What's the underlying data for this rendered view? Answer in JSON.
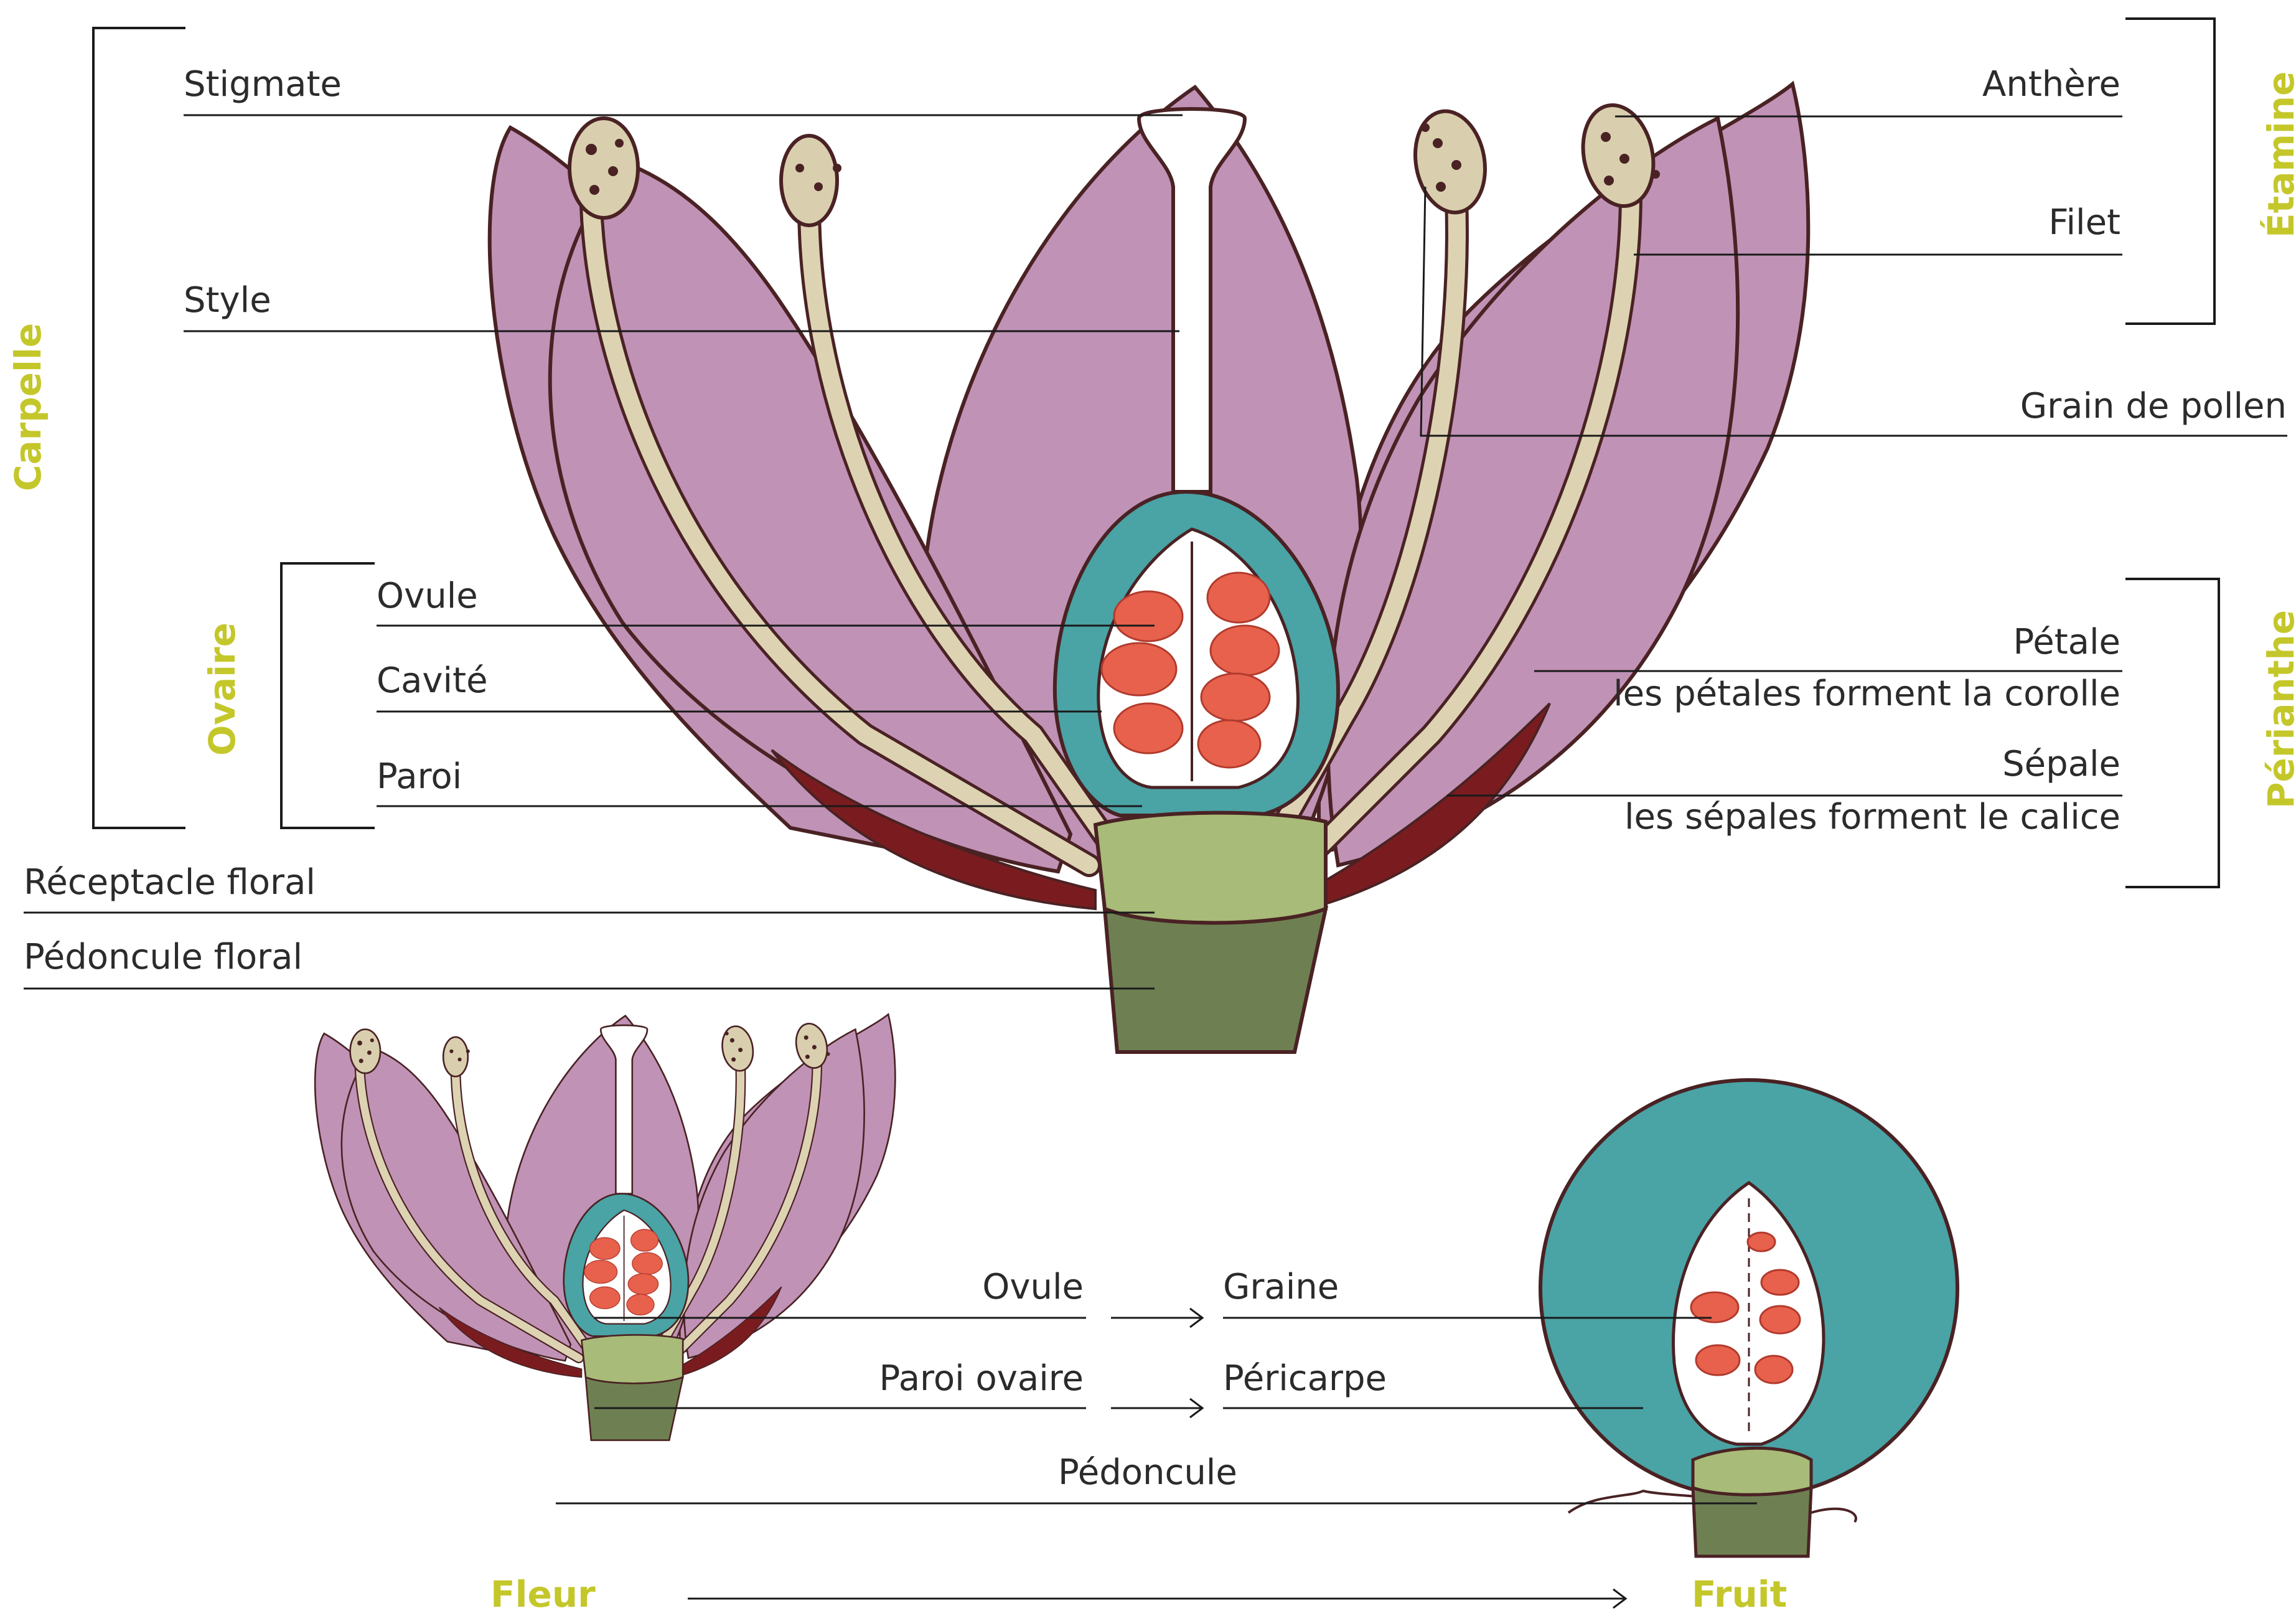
{
  "colors": {
    "petal": "#c092b5",
    "sepal": "#7a1c1f",
    "filament": "#ddd3b3",
    "anther": "#d9cfae",
    "ovary_wall": "#4aa3a5",
    "ovule": "#e8614d",
    "receptacle": "#a8bb78",
    "peduncle": "#6e8052",
    "outline": "#4a2224",
    "group_label": "#c4c72a",
    "leader": "#1a1a1a"
  },
  "main": {
    "left_labels": {
      "stigmate": "Stigmate",
      "style": "Style",
      "ovule": "Ovule",
      "cavite": "Cavité",
      "paroi": "Paroi",
      "receptacle": "Réceptacle floral",
      "pedoncule": "Pédoncule floral"
    },
    "right_labels": {
      "anthere": "Anthère",
      "filet": "Filet",
      "grain": "Grain de pollen",
      "petale": "Pétale",
      "petale_note": "les pétales forment la corolle",
      "sepale": "Sépale",
      "sepale_note": "les sépales forment le calice"
    },
    "groups": {
      "carpelle": "Carpelle",
      "ovaire": "Ovaire",
      "etamine": "Étamine",
      "perianthe": "Périanthe"
    }
  },
  "transformation": {
    "ovule": "Ovule",
    "graine": "Graine",
    "paroi_ovaire": "Paroi ovaire",
    "pericarpe": "Péricarpe",
    "pedoncule": "Pédoncule",
    "fleur": "Fleur",
    "fruit": "Fruit"
  }
}
